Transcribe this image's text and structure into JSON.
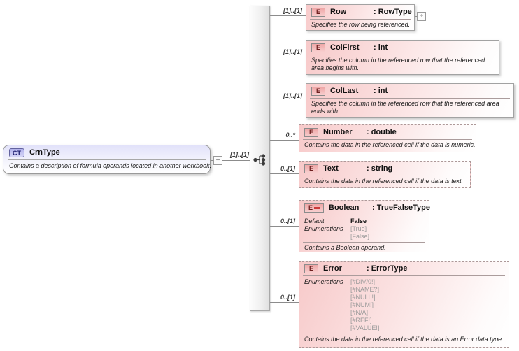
{
  "colors": {
    "element_pink": "#f7c9c9",
    "complextype_lavender": "#e2e2fa",
    "badge_red_dash": "#cc3a3a",
    "enum_gray": "#9a9a9a",
    "connector_gray": "#8c8c8c"
  },
  "root": {
    "badge": "CT",
    "name": "CrnType",
    "description": "Contains a description of formula operands located in another workbook.",
    "cardinality": "[1]..[1]",
    "collapse_glyph": "−"
  },
  "compositor": {
    "type": "sequence"
  },
  "elements": [
    {
      "badge": "E",
      "name": "Row",
      "type_label": ": RowType",
      "cardinality": "[1]..[1]",
      "description": "Specifies the row being referenced.",
      "expand_glyph": "+"
    },
    {
      "badge": "E",
      "name": "ColFirst",
      "type_label": ": int",
      "cardinality": "[1]..[1]",
      "description": "Specifies the column in the referenced row that the referenced area begins with."
    },
    {
      "badge": "E",
      "name": "ColLast",
      "type_label": ": int",
      "cardinality": "[1]..[1]",
      "description": "Specifies the column in the referenced row that the referenced area ends with."
    },
    {
      "badge": "E",
      "name": "Number",
      "type_label": ": double",
      "cardinality": "0..*",
      "description": "Contains the data in the referenced cell if the data is numeric."
    },
    {
      "badge": "E",
      "name": "Text",
      "type_label": ": string",
      "cardinality": "0..[1]",
      "description": "Contains the data in the referenced cell if the data is text."
    },
    {
      "badge": "E",
      "name": "Boolean",
      "type_label": ": TrueFalseType",
      "cardinality": "0..[1]",
      "description": "Contains a Boolean operand.",
      "facets": {
        "default_label": "Default",
        "default_value": "False",
        "enum_label": "Enumerations",
        "enums": [
          "[True]",
          "[False]"
        ]
      }
    },
    {
      "badge": "E",
      "name": "Error",
      "type_label": ": ErrorType",
      "cardinality": "0..[1]",
      "description": "Contains the data in the referenced cell if the data is an Error data type.",
      "facets": {
        "enum_label": "Enumerations",
        "enums": [
          "[#DIV/0!]",
          "[#NAME?]",
          "[#NULL!]",
          "[#NUM!]",
          "[#N/A]",
          "[#REF!]",
          "[#VALUE!]"
        ]
      }
    }
  ]
}
